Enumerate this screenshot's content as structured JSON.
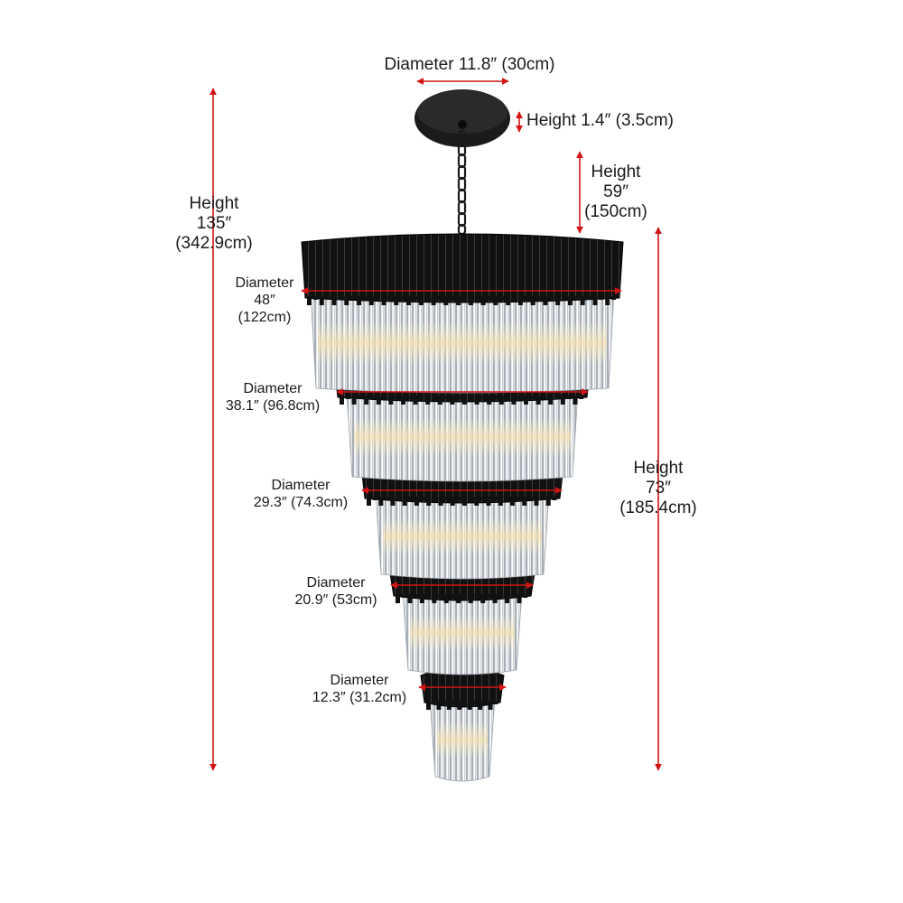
{
  "colors": {
    "dimension": "#d21414",
    "frame": "#141414",
    "crystal": "#b9c0c6",
    "glow": "#f3e6c4",
    "text": "#1a1a1a"
  },
  "canopy": {
    "diameter": "Diameter 11.8″  (30cm)",
    "height": "Height  1.4″  (3.5cm)"
  },
  "chain_height": {
    "line1": "Height",
    "line2": "59″",
    "line3": "(150cm)"
  },
  "overall_height": {
    "line1": "Height",
    "line2": "135″",
    "line3": "(342.9cm)"
  },
  "body_height": {
    "line1": "Height",
    "line2": "73″",
    "line3": "(185.4cm)"
  },
  "tiers": [
    {
      "line1": "Diameter",
      "line2": "48″",
      "line3": "(122cm)"
    },
    {
      "line1": "Diameter",
      "line2": "38.1″  (96.8cm)"
    },
    {
      "line1": "Diameter",
      "line2": "29.3″  (74.3cm)"
    },
    {
      "line1": "Diameter",
      "line2": "20.9″  (53cm)"
    },
    {
      "line1": "Diameter",
      "line2": "12.3″  (31.2cm)"
    }
  ]
}
